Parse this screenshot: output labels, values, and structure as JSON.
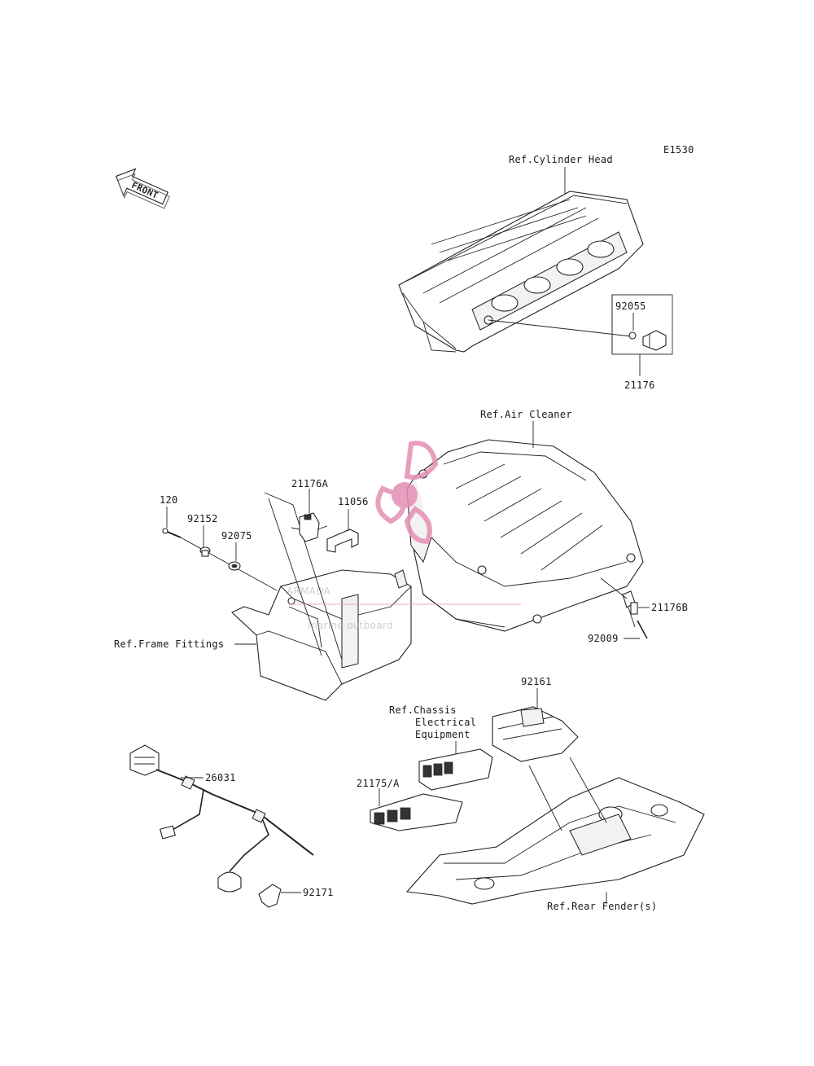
{
  "diagram_code": "E1530",
  "front_label": "FRONT",
  "refs": {
    "cylinder_head": "Ref.Cylinder Head",
    "air_cleaner": "Ref.Air Cleaner",
    "frame_fittings": "Ref.Frame Fittings",
    "chassis_line1": "Ref.Chassis",
    "chassis_line2": "Electrical",
    "chassis_line3": "Equipment",
    "rear_fender": "Ref.Rear Fender(s)"
  },
  "parts": {
    "p92055": "92055",
    "p21176": "21176",
    "p21176A": "21176A",
    "p11056": "11056",
    "p120": "120",
    "p92152": "92152",
    "p92075": "92075",
    "p21176B": "21176B",
    "p92009": "92009",
    "p92161": "92161",
    "p21175A": "21175/A",
    "p26031": "26031",
    "p92171": "92171"
  },
  "watermark": {
    "brand": "ARMADA",
    "tagline": "marine outboard",
    "color": "#e58fb4"
  }
}
